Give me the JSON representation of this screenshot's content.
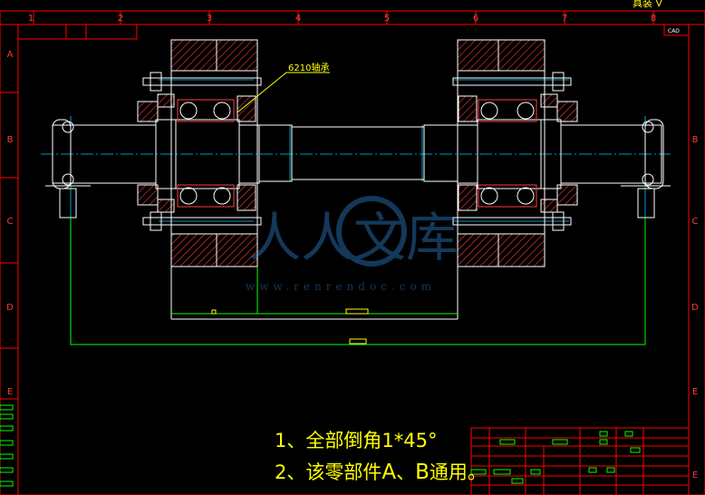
{
  "frame": {
    "column_labels": [
      "1",
      "2",
      "3",
      "4",
      "5",
      "6",
      "7",
      "8"
    ],
    "row_labels": [
      "A",
      "B",
      "C",
      "D",
      "E"
    ],
    "top_right_text": "具装 ∇",
    "corner_box_text": "CAD"
  },
  "callout": {
    "bearing_label": "6210轴承"
  },
  "watermark": {
    "characters": "人人文库",
    "url": "www.renrendoc.com"
  },
  "notes": {
    "line1": "1、全部倒角1*45°",
    "line2_prefix": "2、该零部件",
    "line2_a": "A",
    "line2_sep": "、",
    "line2_b": "B",
    "line2_suffix": "通用。"
  },
  "colors": {
    "background": "#000000",
    "outline": "#ffffff",
    "frame": "#ff0000",
    "hatch": "#ff3b3b",
    "center_line": "#00c8ff",
    "dimension": "#00ff00",
    "text": "#ffff00"
  }
}
